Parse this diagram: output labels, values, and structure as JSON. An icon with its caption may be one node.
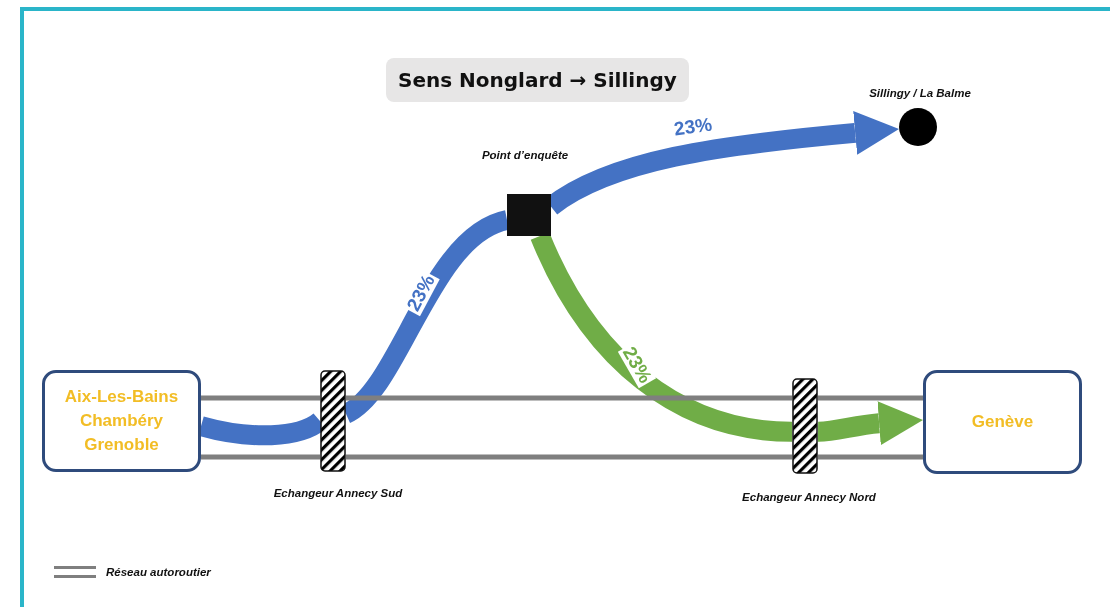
{
  "diagram": {
    "title": "Sens Nonglard → Sillingy",
    "nodes": [
      {
        "text": [
          "Aix-Les-Bains Chambéry Grenoble"
        ]
      },
      {
        "text": [
          "Genève"
        ]
      },
      {
        "text": [
          "Point d’enquête"
        ]
      },
      {
        "text": [
          "Sillingy / La Balme"
        ]
      },
      {
        "text": [
          "Echangeur Annecy Sud"
        ]
      },
      {
        "text": [
          "Echangeur Annecy Nord"
        ]
      }
    ],
    "edges": [
      {
        "from": 0,
        "to": 4,
        "arrow": "none",
        "style": "thick",
        "color": "#4472c4"
      },
      {
        "from": 4,
        "to": 2,
        "arrow": "none",
        "label": "23%",
        "style": "thick",
        "color": "#4472c4"
      },
      {
        "from": 2,
        "to": 3,
        "arrow": "to",
        "label": "23%",
        "style": "thick",
        "color": "#4472c4"
      },
      {
        "from": 2,
        "to": 5,
        "arrow": "none",
        "label": "23%",
        "style": "thick",
        "color": "#70ad47"
      },
      {
        "from": 5,
        "to": 1,
        "arrow": "to",
        "style": "thick",
        "color": "#70ad47"
      },
      {
        "from": 0,
        "to": 4,
        "arrow": "none"
      },
      {
        "from": 4,
        "to": 5,
        "arrow": "none"
      },
      {
        "from": 5,
        "to": 1,
        "arrow": "none"
      },
      {
        "from": 0,
        "to": 4,
        "arrow": "none"
      },
      {
        "from": 4,
        "to": 5,
        "arrow": "none"
      },
      {
        "from": 5,
        "to": 1,
        "arrow": "none"
      }
    ],
    "legend": [
      {
        "text": "Réseau autoroutier"
      }
    ]
  }
}
